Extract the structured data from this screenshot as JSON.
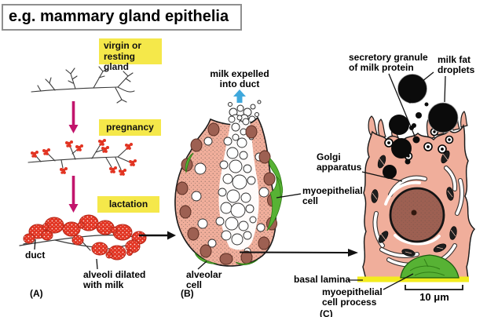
{
  "title": "e.g. mammary gland epithelia",
  "colors": {
    "highlight_yellow": "#f5e84a",
    "stage_arrow_magenta": "#c2156c",
    "alveoli_red": "#e23422",
    "alveoli_red_dark": "#b52718",
    "myoepithelial_green": "#57b234",
    "cell_salmon": "#f0ae9b",
    "milk_arrow_blue": "#3fa8dc",
    "basal_lamina_yellow": "#f3ec1e",
    "nucleus_brown": "#9d6052"
  },
  "panel_a": {
    "stage_virgin_label": "virgin or\nresting gland",
    "stage_pregnancy_label": "pregnancy",
    "stage_lactation_label": "lactation",
    "duct_label": "duct",
    "alveoli_label": "alveoli dilated\nwith milk",
    "panel_label": "(A)"
  },
  "panel_b": {
    "milk_expelled_label": "milk expelled\ninto duct",
    "myoepithelial_cell_label": "myoepithelial\ncell",
    "alveolar_cell_label": "alveolar\ncell",
    "panel_label": "(B)"
  },
  "panel_c": {
    "secretory_granule_label": "secretory granule\nof milk protein",
    "milk_fat_label": "milk fat\ndroplets",
    "golgi_label": "Golgi\napparatus",
    "basal_lamina_label": "basal lamina",
    "myoepithelial_process_label": "myoepithelial\ncell process",
    "panel_label": "(C)",
    "scale_label": "10 μm"
  }
}
